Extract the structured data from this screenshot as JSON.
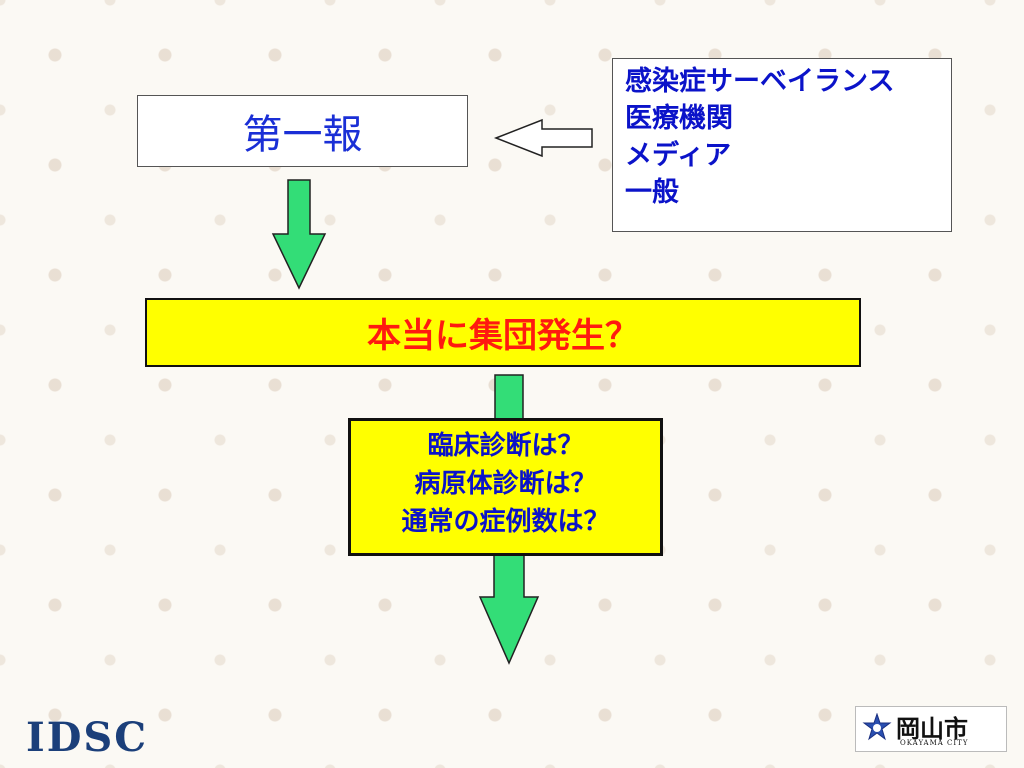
{
  "nodes": {
    "first_report": "第一報",
    "sources": [
      "感染症サーベイランス",
      "医療機関",
      "メディア",
      "一般"
    ],
    "outbreak_question": "本当に集団発生？",
    "checks": [
      "臨床診断は？",
      "病原体診断は？",
      "通常の症例数は？"
    ]
  },
  "footer": {
    "left_logo": "IDSC",
    "right_logo": "岡山市",
    "right_logo_sub": "OKAYAMA CITY"
  },
  "colors": {
    "arrow_fill": "#33dd77",
    "highlight_box": "#ffff00",
    "outbreak_text": "#ff1a10",
    "text_blue": "#0b13c9"
  }
}
